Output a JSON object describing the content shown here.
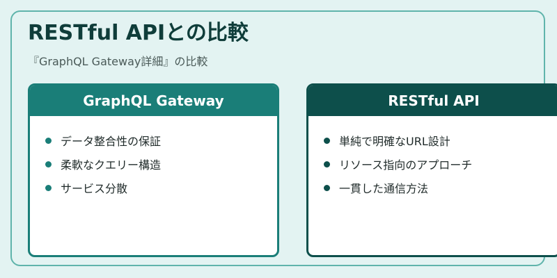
{
  "title": "RESTful APIとの比較",
  "subtitle": "『GraphQL Gateway詳細』の比較",
  "colors": {
    "background": "#e3f3f2",
    "frame_border": "#5fb4ab",
    "left_accent": "#1a7e78",
    "right_accent": "#0d4f4b",
    "title_text": "#0f3d3a"
  },
  "left_card": {
    "header": "GraphQL Gateway",
    "items": [
      "データ整合性の保証",
      "柔軟なクエリー構造",
      "サービス分散"
    ]
  },
  "right_card": {
    "header": "RESTful API",
    "items": [
      "単純で明確なURL設計",
      "リソース指向のアプローチ",
      "一貫した通信方法"
    ]
  }
}
